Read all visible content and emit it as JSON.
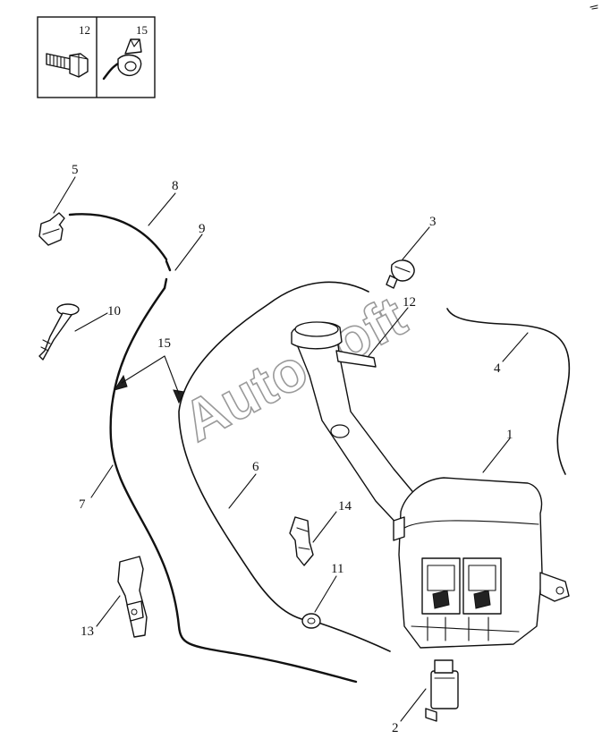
{
  "watermark": "AutoSoft",
  "legend": [
    {
      "number": "12",
      "part_icon": "bolt-icon"
    },
    {
      "number": "15",
      "part_icon": "hose-clip-icon"
    }
  ],
  "callouts": [
    {
      "number": "1",
      "part_icon": "washer-reservoir-icon"
    },
    {
      "number": "2",
      "part_icon": "washer-pump-icon"
    },
    {
      "number": "3",
      "part_icon": "washer-nozzle-icon"
    },
    {
      "number": "4",
      "part_icon": "hose-icon"
    },
    {
      "number": "5",
      "part_icon": "washer-nozzle-icon"
    },
    {
      "number": "6",
      "part_icon": "hose-icon"
    },
    {
      "number": "7",
      "part_icon": "hose-icon"
    },
    {
      "number": "8",
      "part_icon": "hose-icon"
    },
    {
      "number": "9",
      "part_icon": "connector-icon"
    },
    {
      "number": "10",
      "part_icon": "check-valve-icon"
    },
    {
      "number": "11",
      "part_icon": "grommet-icon"
    },
    {
      "number": "12",
      "part_icon": "bolt-icon"
    },
    {
      "number": "13",
      "part_icon": "bracket-icon"
    },
    {
      "number": "14",
      "part_icon": "clip-icon"
    },
    {
      "number": "15",
      "part_icon": "hose-clip-icon"
    }
  ]
}
